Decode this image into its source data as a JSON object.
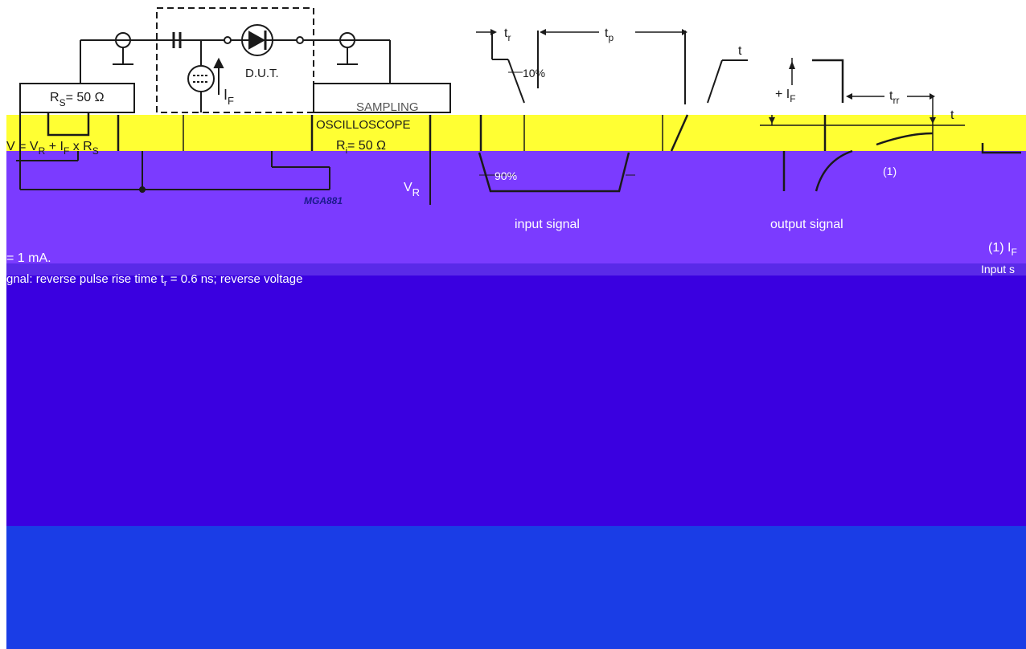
{
  "colors": {
    "yellow_band": "#ffff33",
    "purple_band": "#7b3bff",
    "indigo_band": "#4412e6",
    "deep_band": "#3a00e0",
    "blue_band": "#1a3de6",
    "caption_blue": "#1a1a8c",
    "line": "#1a1a1a"
  },
  "circuit": {
    "rs_label": "R",
    "rs_sub": "S",
    "rs_value": "= 50 Ω",
    "dut_label": "D.U.T.",
    "if_label": "I",
    "if_sub": "F",
    "sampling_label": "SAMPLING",
    "oscilloscope_label": "OSCILLOSCOPE",
    "ri_label": "R",
    "ri_sub": "i",
    "ri_value": "= 50 Ω",
    "v_formula_left": "V = V",
    "v_formula_sub_r": "R",
    "v_formula_mid": " + I",
    "v_formula_sub_f": "F",
    "v_formula_right": " x R",
    "v_formula_sub_s": "S",
    "figure_code": "MGA881"
  },
  "input_waveform": {
    "tr_label": "t",
    "tr_sub": "r",
    "tp_label": "t",
    "tp_sub": "p",
    "t_label": "t",
    "pct10": "10%",
    "pct90": "90%",
    "vr_label": "V",
    "vr_sub": "R",
    "caption": "input signal"
  },
  "output_waveform": {
    "if_label": "+ I",
    "if_sub": "F",
    "trr_label": "t",
    "trr_sub": "rr",
    "t_label": "t",
    "note_marker": "(1)",
    "caption": "output signal"
  },
  "notes": {
    "note_left": "= 1 mA.",
    "note_right": "(1) I",
    "note_right_sub": "F",
    "input_cut": "Input s",
    "input_signal_line": "gnal: reverse pulse rise time t",
    "input_signal_sub": "r",
    "input_signal_rest": " = 0.6 ns; reverse voltage"
  }
}
